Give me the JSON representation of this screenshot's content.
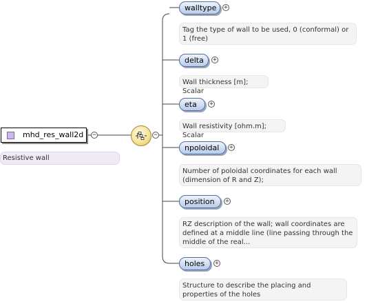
{
  "root": {
    "name": "mhd_res_wall2d",
    "documentation": "Resistive wall",
    "collapse_symbol": "−"
  },
  "compositor": {
    "type": "sequence",
    "collapse_symbol": "−"
  },
  "elements": [
    {
      "name": "walltype",
      "expand_symbol": "+",
      "documentation": "Tag the type of wall to be used, 0 (conformal) or 1 (free)"
    },
    {
      "name": "delta",
      "expand_symbol": "+",
      "documentation": "Wall thickness [m]; Scalar"
    },
    {
      "name": "eta",
      "expand_symbol": "+",
      "documentation": "Wall resistivity [ohm.m]; Scalar"
    },
    {
      "name": "npoloidal",
      "expand_symbol": "+",
      "documentation": "Number of poloidal coordinates for each wall (dimension of R and Z);"
    },
    {
      "name": "position",
      "expand_symbol": "+",
      "documentation": "RZ description of the wall; wall coordinates are defined at a middle line (line passing through the middle of the real..."
    },
    {
      "name": "holes",
      "expand_symbol": "+",
      "documentation": "Structure to describe the placing and properties of the holes"
    }
  ],
  "colors": {
    "element_fill_top": "#eef3fc",
    "element_fill_bottom": "#b8cbe8",
    "element_border": "#5070a0",
    "root_icon": "#c9b8e8",
    "sequence_fill": "#f6e59a",
    "doc_fill": "#f4f4f4"
  }
}
